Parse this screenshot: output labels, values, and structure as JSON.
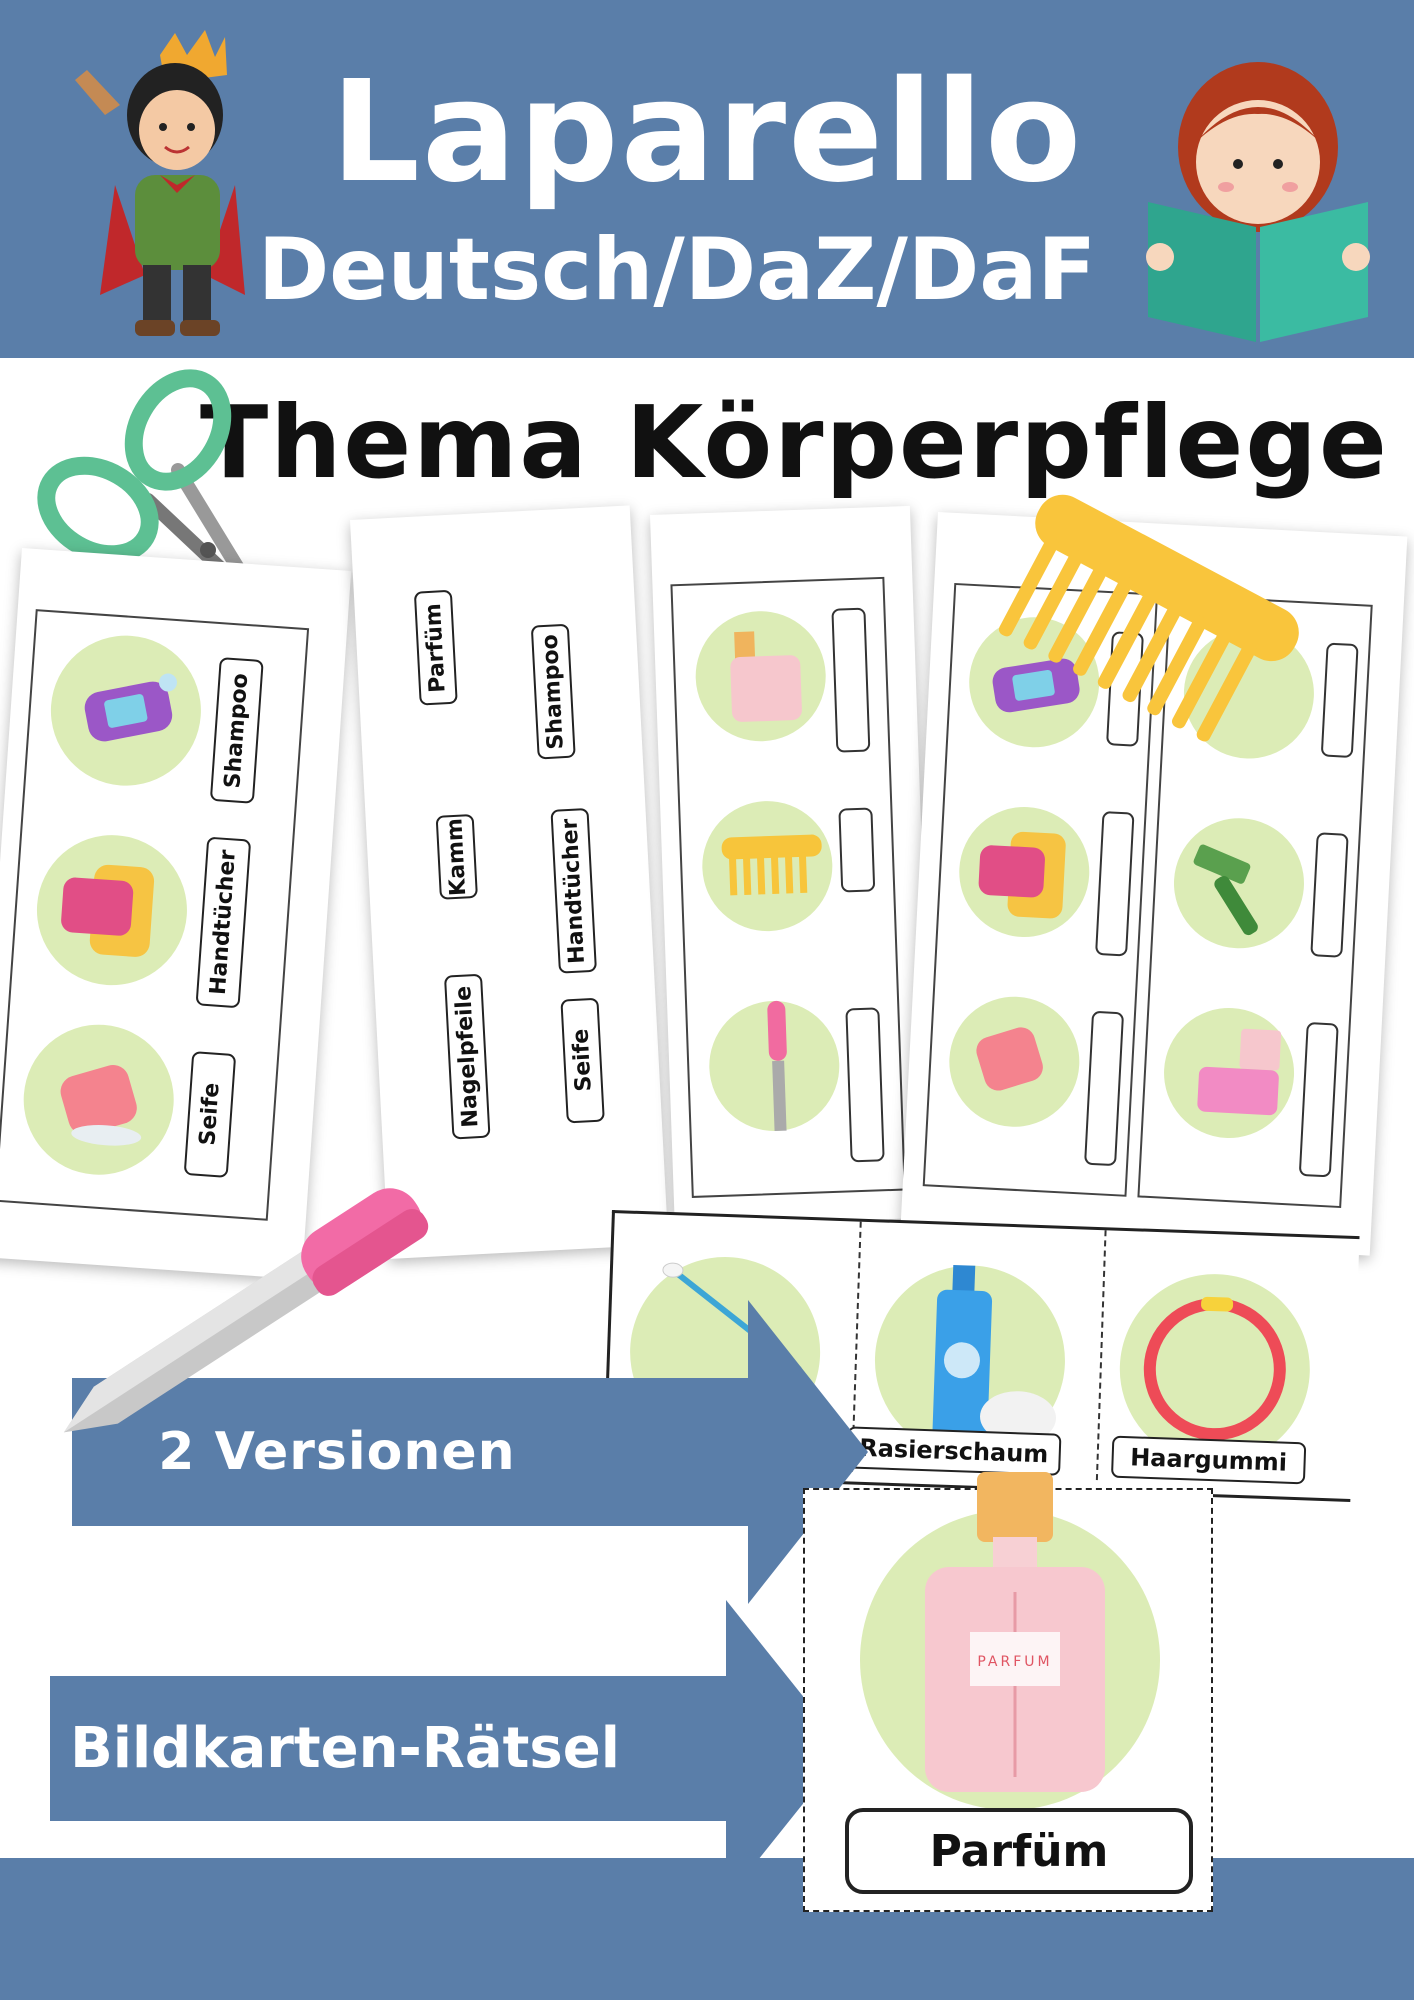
{
  "header": {
    "title": "Laparello",
    "subtitle": "Deutsch/DaZ/DaF"
  },
  "topic": "Thema Körperpflege",
  "sheet1": {
    "labels": [
      "Shampoo",
      "Handtücher",
      "Seife"
    ]
  },
  "sheet2": {
    "col1": [
      "Parfüm",
      "Kamm",
      "Nagelpfeile"
    ],
    "col2": [
      "Shampoo",
      "Handtücher",
      "Seife"
    ]
  },
  "strip": {
    "labels": [
      "Rasierschaum",
      "Haargummi"
    ]
  },
  "bigcard": {
    "bottle_text": "PARFUM",
    "label": "Parfüm"
  },
  "arrows": {
    "first": "2 Versionen",
    "second": "Bildkarten-Rätsel"
  },
  "colors": {
    "band": "#5a7ea9",
    "circle": "#dcecb6"
  },
  "icons": [
    "prince-icon",
    "reading-girl-icon",
    "scissors-icon",
    "comb-icon",
    "nail-file-icon",
    "shampoo-icon",
    "towels-icon",
    "soap-icon",
    "perfume-icon",
    "razor-icon",
    "cotton-swab-icon",
    "shaving-foam-icon",
    "hair-tie-icon"
  ]
}
